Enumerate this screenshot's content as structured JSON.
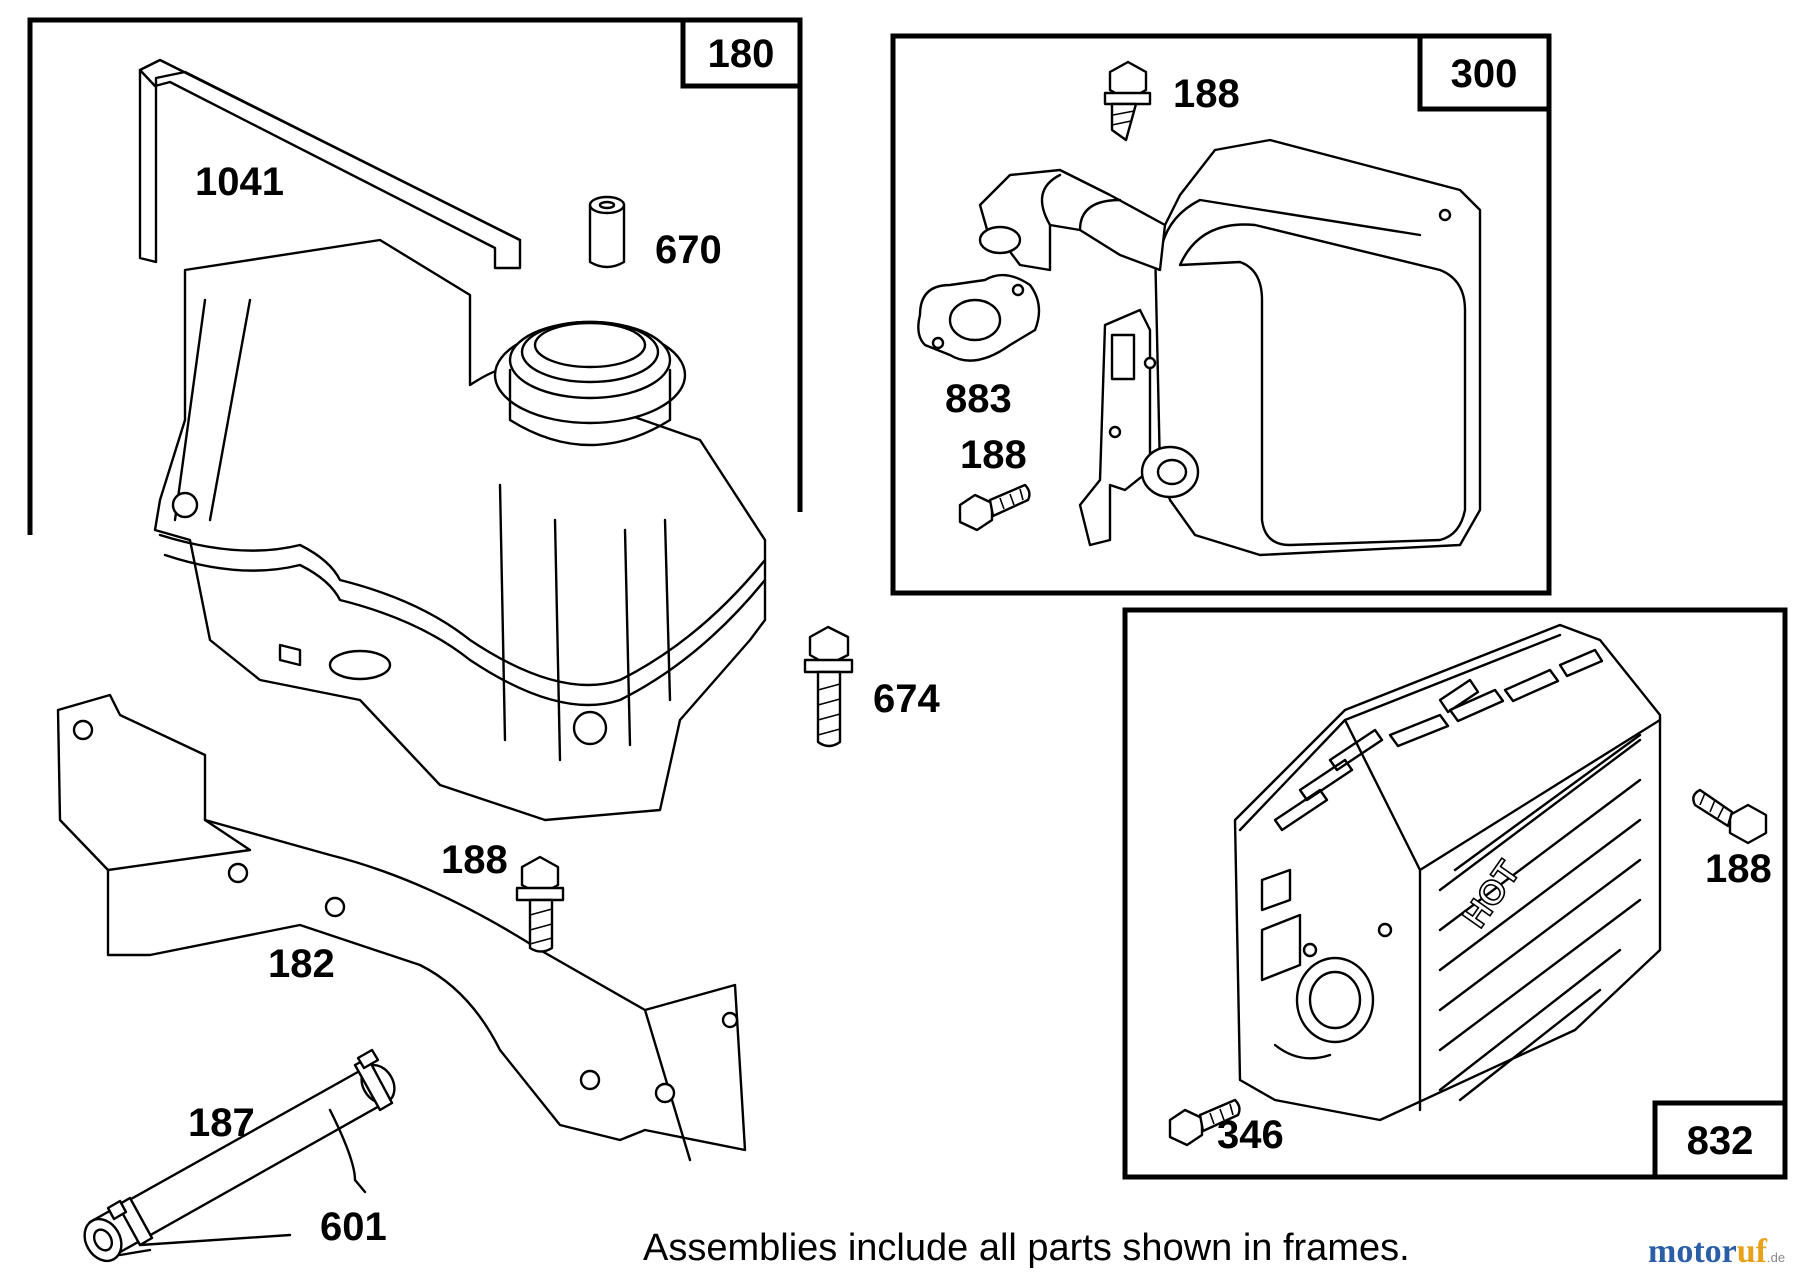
{
  "assemblies": {
    "tank": {
      "number": "180"
    },
    "muffler": {
      "number": "300"
    },
    "guard": {
      "number": "832"
    }
  },
  "parts": {
    "p1041": "1041",
    "p670": "670",
    "p674": "674",
    "p188_bracket": "188",
    "p182": "182",
    "p187": "187",
    "p601": "601",
    "p188_top": "188",
    "p883": "883",
    "p188_mid": "188",
    "p188_guard": "188",
    "p346": "346"
  },
  "caption": "Assemblies include all parts shown in frames.",
  "watermark": {
    "brand_a": "motor",
    "brand_b": "uf",
    "suffix": ".de"
  },
  "guard_text": "HOT",
  "colors": {
    "line": "#000000",
    "watermark_blue": "#2a5fa8",
    "watermark_orange": "#e8a21a"
  }
}
